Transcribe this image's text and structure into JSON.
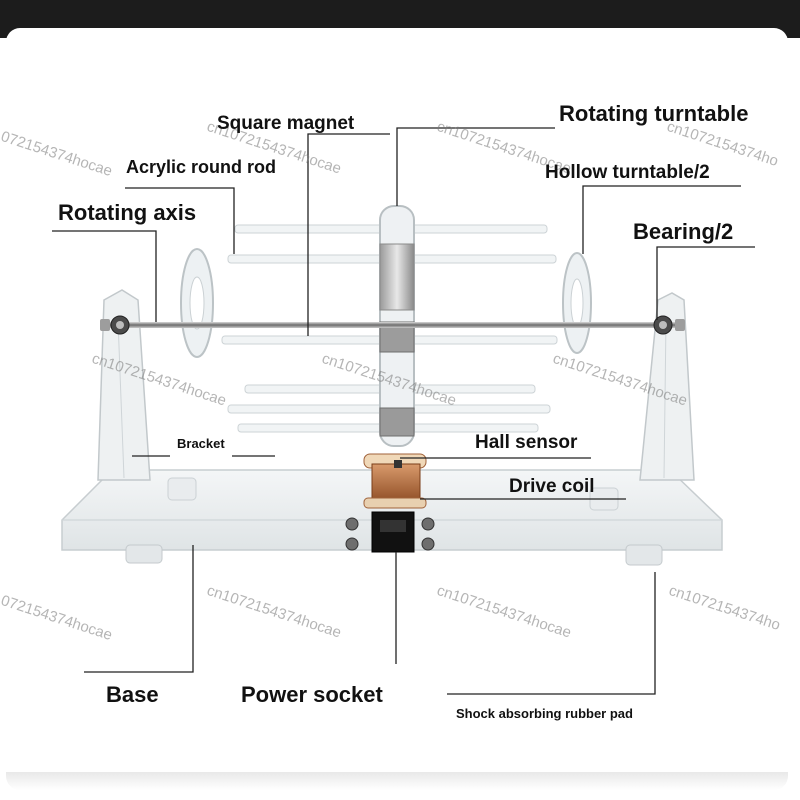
{
  "labels": {
    "square_magnet": "Square magnet",
    "rotating_turntable": "Rotating turntable",
    "acrylic_round_rod": "Acrylic round rod",
    "hollow_turntable": "Hollow turntable/2",
    "rotating_axis": "Rotating axis",
    "bearing": "Bearing/2",
    "bracket": "Bracket",
    "hall_sensor": "Hall sensor",
    "drive_coil": "Drive coil",
    "base": "Base",
    "power_socket": "Power socket",
    "shock_pad": "Shock absorbing rubber pad"
  },
  "watermark": "cn1072154374hocae",
  "watermark_partial": "072154374hocae",
  "watermark_partial2": "cn1072154374ho"
}
